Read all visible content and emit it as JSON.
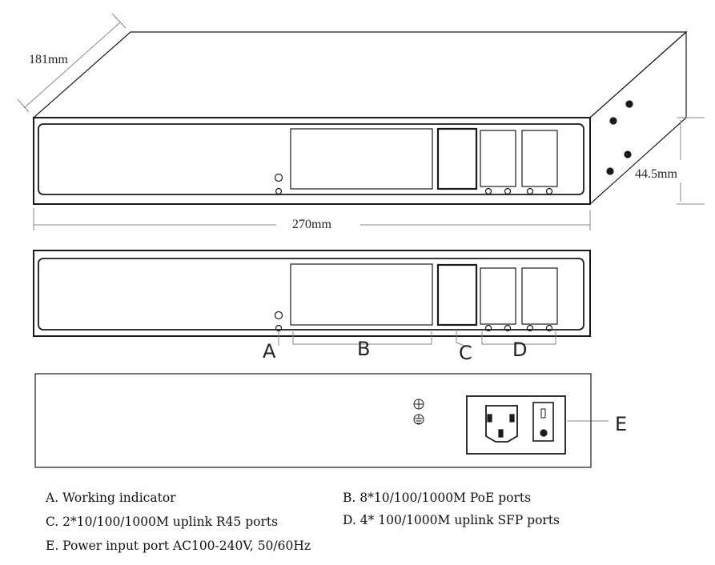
{
  "dimensions": {
    "depth": "181mm",
    "width": "270mm",
    "height": "44.5mm"
  },
  "callouts": {
    "a": "A",
    "b": "B",
    "c": "C",
    "d": "D",
    "e": "E"
  },
  "legend": {
    "a": "A. Working indicator",
    "b": "B. 8*10/100/1000M PoE ports",
    "c": "C. 2*10/100/1000M uplink R45 ports",
    "d": "D. 4* 100/1000M uplink  SFP ports",
    "e": "E. Power input port AC100-240V, 50/60Hz"
  },
  "colors": {
    "line": "#1a1a1a",
    "dim_line": "#888888"
  }
}
